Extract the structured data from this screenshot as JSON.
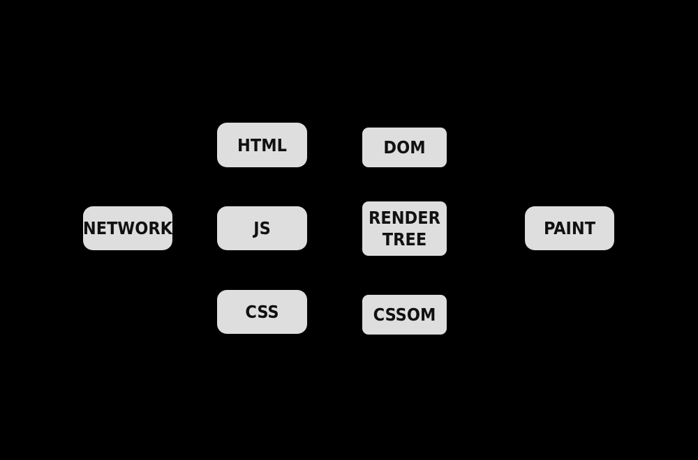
{
  "diagram": {
    "nodes": {
      "network": "NETWORK",
      "html": "HTML",
      "js": "JS",
      "css": "CSS",
      "dom": "DOM",
      "render_tree": "RENDER\nTREE",
      "cssom": "CSSOM",
      "paint": "PAINT"
    },
    "colors": {
      "background": "#000000",
      "node_fill": "#dedede",
      "text": "#111111"
    }
  }
}
